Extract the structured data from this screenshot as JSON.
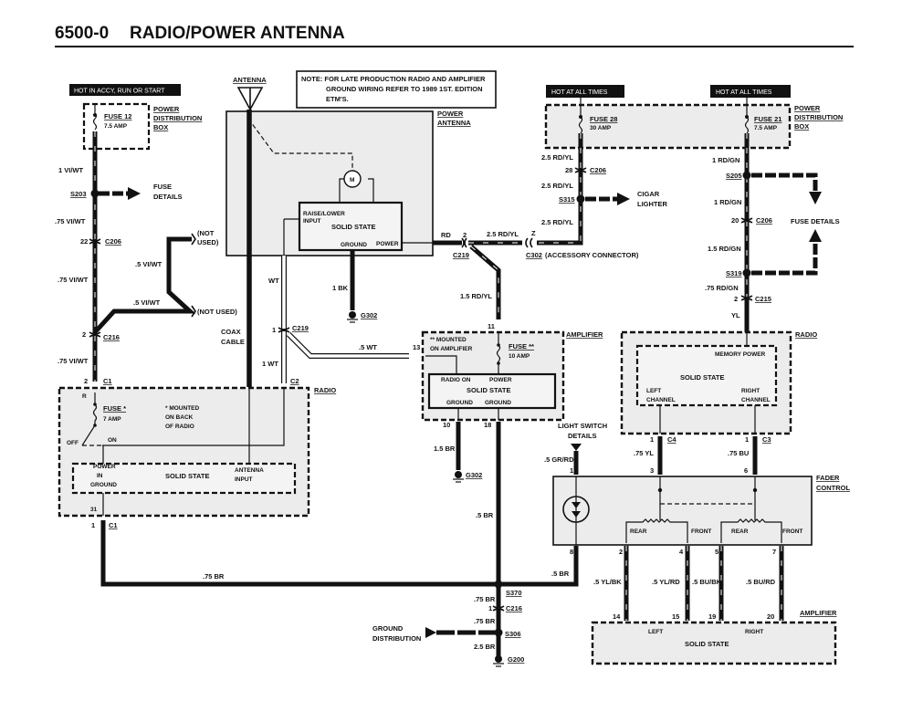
{
  "header": {
    "code": "6500-0",
    "title": "RADIO/POWER ANTENNA"
  },
  "note": {
    "lines": [
      "NOTE:  FOR LATE PRODUCTION RADIO AND AMPLIFIER",
      "GROUND WIRING REFER TO 1989 1ST. EDITION",
      "ETM'S."
    ]
  },
  "power_labels": {
    "hot_accy": "HOT IN ACCY, RUN OR START",
    "hot_all_1": "HOT AT ALL TIMES",
    "hot_all_2": "HOT AT ALL TIMES"
  },
  "pdb_left": {
    "label": [
      "POWER",
      "DISTRIBUTION",
      "BOX"
    ],
    "fuse": "FUSE 12",
    "rating": "7.5 AMP"
  },
  "pdb_right": {
    "label": [
      "POWER",
      "DISTRIBUTION",
      "BOX"
    ],
    "fuse28": "FUSE 28",
    "fuse28_rating": "30 AMP",
    "fuse21": "FUSE 21",
    "fuse21_rating": "7.5 AMP"
  },
  "left_circuit": {
    "w1": "1 VI/WT",
    "s203": "S203",
    "fuse_details": [
      "FUSE",
      "DETAILS"
    ],
    "w2": ".75 VI/WT",
    "c206_pin": "22",
    "c206": "C206",
    "not_used_1": [
      "(NOT",
      "USED)"
    ],
    "w_nu1": ".5 VI/WT",
    "w_nu2": ".5 VI/WT",
    "not_used_2": "(NOT USED)",
    "w3": ".75 VI/WT",
    "c216_pin": "2",
    "c216": "C216",
    "w4": ".75 VI/WT",
    "c1_pin": "2",
    "c1": "C1"
  },
  "antenna": {
    "label": "ANTENNA",
    "box_label": [
      "POWER",
      "ANTENNA"
    ],
    "motor": "M",
    "raise_lower": [
      "RAISE/LOWER",
      "INPUT"
    ],
    "solid_state": "SOLID STATE",
    "ground": "GROUND",
    "power": "POWER",
    "coax": [
      "COAX",
      "CABLE"
    ],
    "w_bk": "1 BK",
    "g302": "G302",
    "w_wt": "WT",
    "c219_pin1": "1",
    "c219": "C219",
    "w_1wt": "1 WT",
    "c2": "C2",
    "w_rd": "RD",
    "c219_pin2": "2",
    "c219b": "C219"
  },
  "middle": {
    "w_2_5_rdyl": "2.5 RD/YL",
    "pin_z": "Z",
    "c302": "C302",
    "c302_desc": "(ACCESSORY CONNECTOR)",
    "w_1_5_rdyl": "1.5 RD/YL",
    "w_5wt": ".5 WT"
  },
  "cigar": {
    "w1": "2.5 RD/YL",
    "c206_pin": "28",
    "c206": "C206",
    "w2": "2.5 RD/YL",
    "s315": "S315",
    "dest": [
      "CIGAR",
      "LIGHTER"
    ],
    "w3": "2.5 RD/YL"
  },
  "memory_circuit": {
    "w1": "1 RD/GN",
    "s205": "S205",
    "w2": "1 RD/GN",
    "c206_pin": "20",
    "c206": "C206",
    "fuse_details": "FUSE DETAILS",
    "w3": "1.5 RD/GN",
    "s319": "S319",
    "w4": ".75 RD/GN",
    "c215_pin": "2",
    "c215": "C215",
    "w5": "YL"
  },
  "radio_left": {
    "label": "RADIO",
    "r": "R",
    "fuse": "FUSE *",
    "rating": "7 AMP",
    "mounted": [
      "* MOUNTED",
      "ON BACK",
      "OF RADIO"
    ],
    "off": "OFF",
    "on": "ON",
    "power_in": [
      "POWER",
      "IN",
      "GROUND"
    ],
    "solid_state": "SOLID STATE",
    "antenna_input": [
      "ANTENNA",
      "INPUT"
    ],
    "pin31": "31",
    "pin1": "1",
    "c1": "C1",
    "w_br": ".75 BR"
  },
  "amplifier_top": {
    "label": "AMPLIFIER",
    "pin11": "11",
    "pin13": "13",
    "mounted": [
      "** MOUNTED",
      "ON AMPLIFIER"
    ],
    "fuse": "FUSE **",
    "rating": "10 AMP",
    "radio_on": "RADIO ON",
    "power": "POWER",
    "solid_state": "SOLID STATE",
    "ground1": "GROUND",
    "ground2": "GROUND",
    "pin10": "10",
    "pin18": "18",
    "w_15br": "1.5 BR",
    "g302": "G302",
    "w_5br": ".5 BR"
  },
  "radio_right": {
    "label": "RADIO",
    "memory_power": "MEMORY POWER",
    "solid_state": "SOLID STATE",
    "left_channel": [
      "LEFT",
      "CHANNEL"
    ],
    "right_channel": [
      "RIGHT",
      "CHANNEL"
    ],
    "c4_pin": "1",
    "c4": "C4",
    "c3_pin": "1",
    "c3": "C3",
    "w_yl": ".75 YL",
    "w_bu": ".75 BU"
  },
  "fader": {
    "label": [
      "FADER",
      "CONTROL"
    ],
    "light_switch": [
      "LIGHT SWITCH",
      "DETAILS"
    ],
    "w_grrd": ".5 GR/RD",
    "pin1": "1",
    "pin3": "3",
    "pin6": "6",
    "pin8": "8",
    "pin2": "2",
    "pin4": "4",
    "pin5": "5",
    "pin7": "7",
    "rear1": "REAR",
    "front1": "FRONT",
    "rear2": "REAR",
    "front2": "FRONT",
    "w_8": ".5 BR",
    "w_2": ".5 YL/BK",
    "w_4": ".5 YL/RD",
    "w_5": ".5 BU/BK",
    "w_7": ".5 BU/RD"
  },
  "amplifier_bottom": {
    "label": "AMPLIFIER",
    "pin14": "14",
    "pin15": "15",
    "pin19": "19",
    "pin20": "20",
    "left": "LEFT",
    "right": "RIGHT",
    "solid_state": "SOLID STATE"
  },
  "ground_tree": {
    "s370": "S370",
    "w1": ".75 BR",
    "c216_pin": "1",
    "c216": "C216",
    "w2": ".75 BR",
    "ground_dist": [
      "GROUND",
      "DISTRIBUTION"
    ],
    "s306": "S306",
    "w3": "2.5 BR",
    "g200": "G200"
  }
}
